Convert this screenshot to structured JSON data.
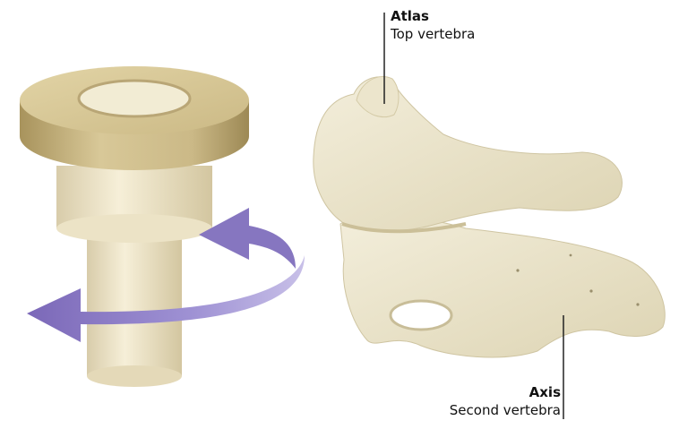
{
  "labels": {
    "atlas": {
      "name": "Atlas",
      "description": "Top vertebra"
    },
    "axis": {
      "name": "Axis",
      "description": "Second vertebra"
    }
  },
  "colors": {
    "background": "#ffffff",
    "bone": "#efe8cf",
    "bone_shade": "#d9cfac",
    "pivot_cap": "#c9b98a",
    "pivot_shaft": "#efe6c8",
    "rotation_arrow": "#8a7ac4",
    "leader_line": "#222222"
  },
  "icons": {
    "pivot_model": "pivot-joint-model",
    "rotation": "rotation-arrow-icon"
  }
}
